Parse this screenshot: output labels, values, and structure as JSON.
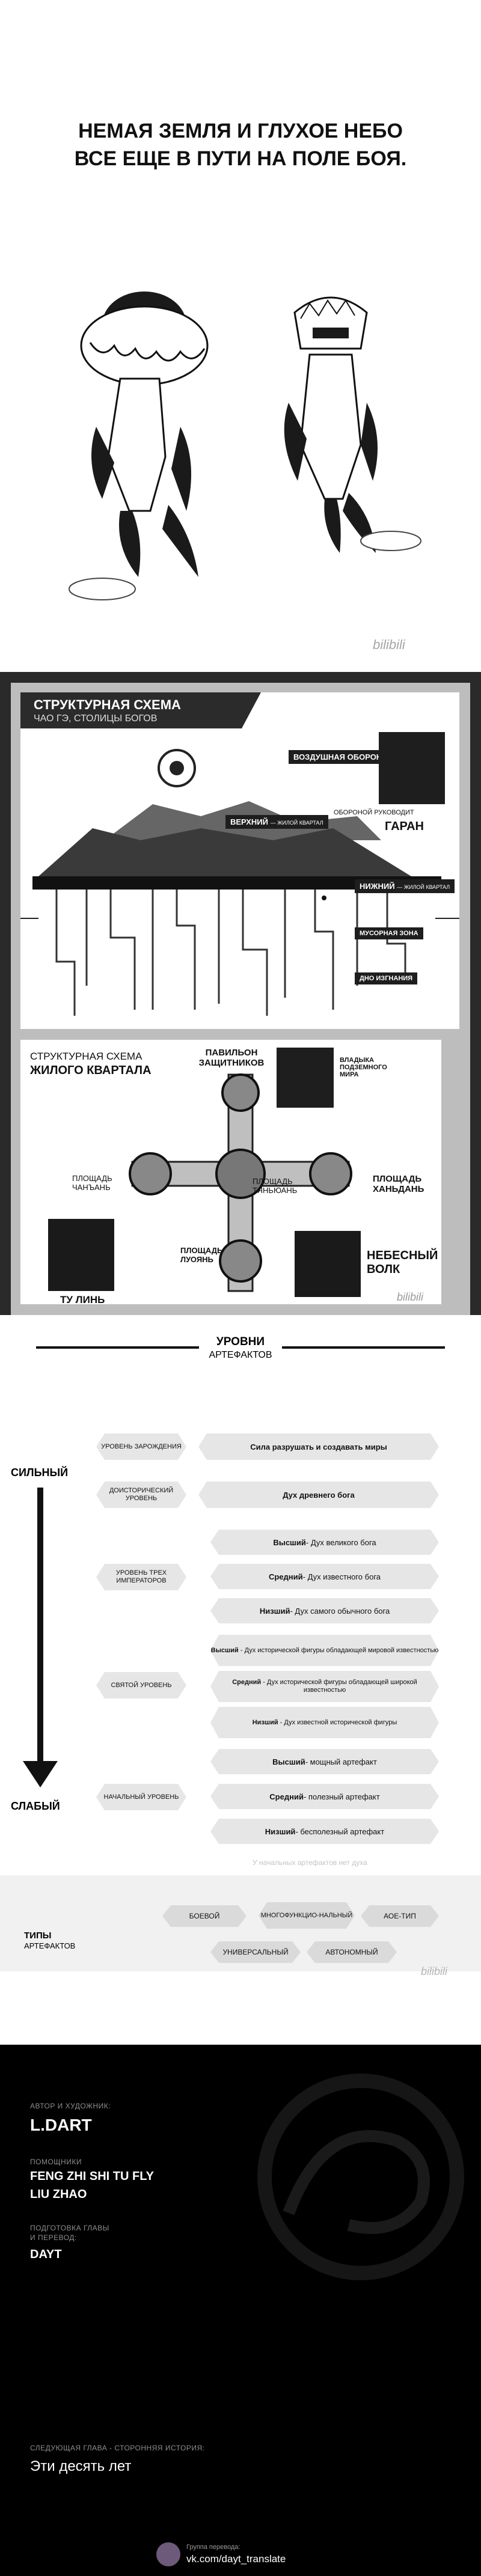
{
  "intro": {
    "title_line1": "НЕМАЯ ЗЕМЛЯ И ГЛУХОЕ НЕБО",
    "title_line2": "ВСЕ ЕЩЕ В ПУТИ НА ПОЛЕ БОЯ.",
    "watermark": "bilibili"
  },
  "scheme": {
    "title": "СТРУКТУРНАЯ СХЕМА",
    "subtitle": "ЧАО ГЭ, СТОЛИЦЫ БОГОВ",
    "air_defense": "ВОЗДУШНАЯ ОБОРОНА",
    "upper": "ВЕРХНИЙ",
    "upper_note": "— ЖИЛОЙ КВАРТАЛ",
    "defense_leader_note": "ОБОРОНОЙ РУКОВОДИТ",
    "defense_leader": "ГАРАН",
    "lower": "НИЖНИЙ",
    "lower_note": "— ЖИЛОЙ КВАРТАЛ",
    "garbage": "МУСОРНАЯ ЗОНА",
    "exile": "ДНО ИЗГНАНИЯ",
    "res_title1": "СТРУКТУРНАЯ СХЕМА",
    "res_title2": "ЖИЛОГО КВАРТАЛА",
    "pavilion": "ПАВИЛЬОН ЗАЩИТНИКОВ",
    "underground_owner": "ВЛАДЫКА ПОДЗЕМНОГО МИРА",
    "sq_changan": "ПЛОЩАДЬ ЧАНЪАНЬ",
    "sq_tianyuan": "ПЛОЩАДЬ ТЯНЬЮАНЬ",
    "sq_handan": "ПЛОЩАДЬ ХАНЬДАНЬ",
    "sq_luoyang": "ПЛОЩАДЬ ЛУОЯНЬ",
    "tu_lin": "ТУ ЛИНЬ",
    "heavenly_wolf": "НЕБЕСНЫЙ ВОЛК",
    "watermark": "bilibili"
  },
  "levels": {
    "title1": "УРОВНИ",
    "title2": "АРТЕФАКТОВ",
    "strong": "СИЛЬНЫЙ",
    "weak": "СЛАБЫЙ",
    "rows": [
      {
        "left": "УРОВЕНЬ ЗАРОЖДЕНИЯ",
        "right": "Сила разрушать и создавать миры"
      },
      {
        "left": "ДОИСТОРИЧЕСКИЙ УРОВЕНЬ",
        "right": "Дух древнего бога"
      }
    ],
    "three_emperors": "УРОВЕНЬ ТРЕХ ИМПЕРАТОРОВ",
    "three_items": [
      {
        "strong": "Высший",
        "text": " - Дух великого бога"
      },
      {
        "strong": "Средний",
        "text": " - Дух известного бога"
      },
      {
        "strong": "Низший",
        "text": " - Дух самого обычного бога"
      }
    ],
    "saint": "СВЯТОЙ УРОВЕНЬ",
    "saint_items": [
      {
        "strong": "Высший",
        "text": " - Дух исторической фигуры обладающей мировой известностью"
      },
      {
        "strong": "Средний",
        "text": " - Дух исторической фигуры обладающей широкой известностью"
      },
      {
        "strong": "Низший",
        "text": " - Дух известной исторической фигуры"
      }
    ],
    "initial": "НАЧАЛЬНЫЙ УРОВЕНЬ",
    "initial_items": [
      {
        "strong": "Высший",
        "text": " - мощный артефакт"
      },
      {
        "strong": "Средний",
        "text": " - полезный артефакт"
      },
      {
        "strong": "Низший",
        "text": " - бесполезный артефакт"
      }
    ],
    "footnote": "У начальных артефактов нет духа",
    "types_title1": "ТИПЫ",
    "types_title2": "АРТЕФАКТОВ",
    "types": [
      "БОЕВОЙ",
      "МНОГОФУНКЦИО-НАЛЬНЫЙ",
      "АОЕ-ТИП",
      "УНИВЕРСАЛЬНЫЙ",
      "АВТОНОМНЫЙ"
    ],
    "watermark": "bilibili"
  },
  "credits": {
    "author_label": "АВТОР И ХУДОЖНИК:",
    "author": "L.DART",
    "helpers_label": "ПОМОЩНИКИ",
    "helper1": "FENG ZHI SHI TU FLY",
    "helper2": "LIU ZHAO",
    "prep_label1": "ПОДГОТОВКА ГЛАВЫ",
    "prep_label2": "И ПЕРЕВОД:",
    "prep": "DAYT",
    "next_label": "СЛЕДУЮЩАЯ ГЛАВА - СТОРОННЯЯ ИСТОРИЯ:",
    "next": "Эти десять лет",
    "group_label": "Группа перевода:",
    "group_link": "vk.com/dayt_translate"
  }
}
